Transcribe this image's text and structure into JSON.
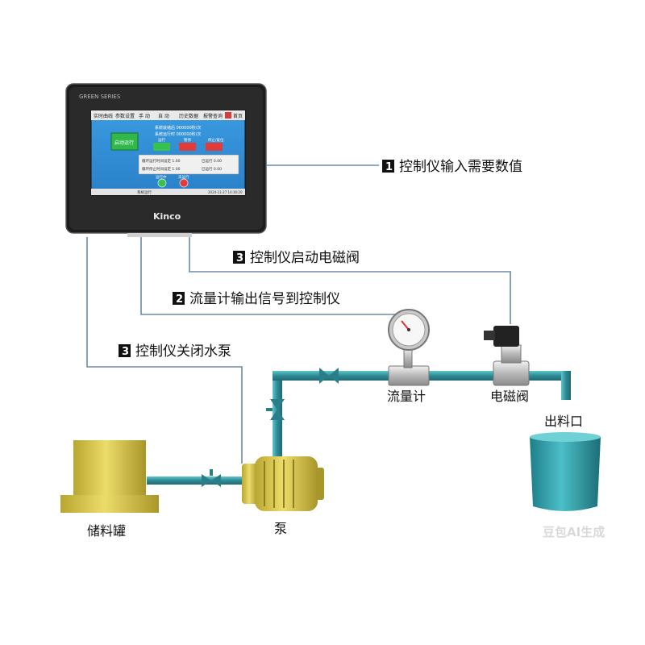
{
  "colors": {
    "wire": "#6b8aa8",
    "pipe": "#2e8a94",
    "pipe_light": "#49b3bd",
    "tank_yellow": "#d9c54a",
    "hmi_bezel": "#1f1f1f",
    "hmi_screen": "#2f8fd6",
    "bucket": "#2d9aa3"
  },
  "hmi": {
    "series": "GREEN SERIES",
    "brand": "Kinco",
    "tabs": [
      "实时曲线",
      "参数设置",
      "手 动",
      "自 动",
      "历史数据",
      "报警查询",
      "首页"
    ],
    "start_button": "启动运行",
    "system_start_line": "系统就绪后 000000秒/次",
    "system_run_line": "系统运行时 000000秒/次",
    "status_labels": [
      "运行",
      "暂停",
      "停止/复位"
    ],
    "param_row1": "循环运行时间设定 1.00",
    "param_row1_right": "已运行 0.00",
    "param_row2": "循环停止时间设定 1.00",
    "param_row2_right": "已运行 0.00",
    "indicator_labels": [
      "运行中",
      "未运行"
    ],
    "bottom_text": "系统运行",
    "bottom_right": "2024-11-27 14:30:20"
  },
  "steps": [
    {
      "num": "1",
      "text": "控制仪输入需要数值"
    },
    {
      "num": "3",
      "text": "控制仪启动电磁阀"
    },
    {
      "num": "2",
      "text": "流量计输出信号到控制仪"
    },
    {
      "num": "3",
      "text": "控制仪关闭水泵"
    }
  ],
  "components": {
    "flowmeter": "流量计",
    "solenoid": "电磁阀",
    "outlet": "出料口",
    "tank": "储料罐",
    "pump": "泵"
  },
  "watermark": "豆包AI生成"
}
